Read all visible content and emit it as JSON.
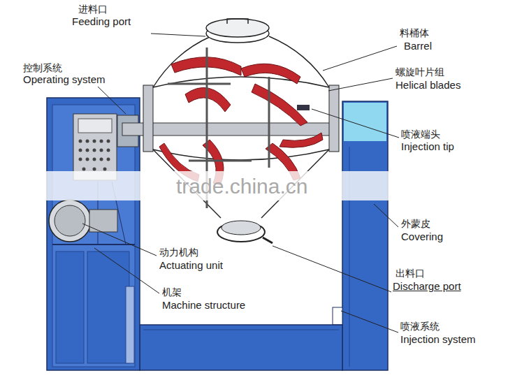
{
  "diagram": {
    "labels": [
      "进料口",
      "Feeding port",
      "料桶体",
      "Barrel",
      "控制系统",
      "Operating system",
      "螺旋叶片组",
      "Helical blades",
      "喷液端头",
      "Injection tip",
      "外蒙皮",
      "Covering",
      "动力机构",
      "Actuating unit",
      "出料口",
      "Discharge port",
      "机架",
      "Machine structure",
      "喷液系统",
      "Injection system",
      "trade.china.cn"
    ]
  }
}
